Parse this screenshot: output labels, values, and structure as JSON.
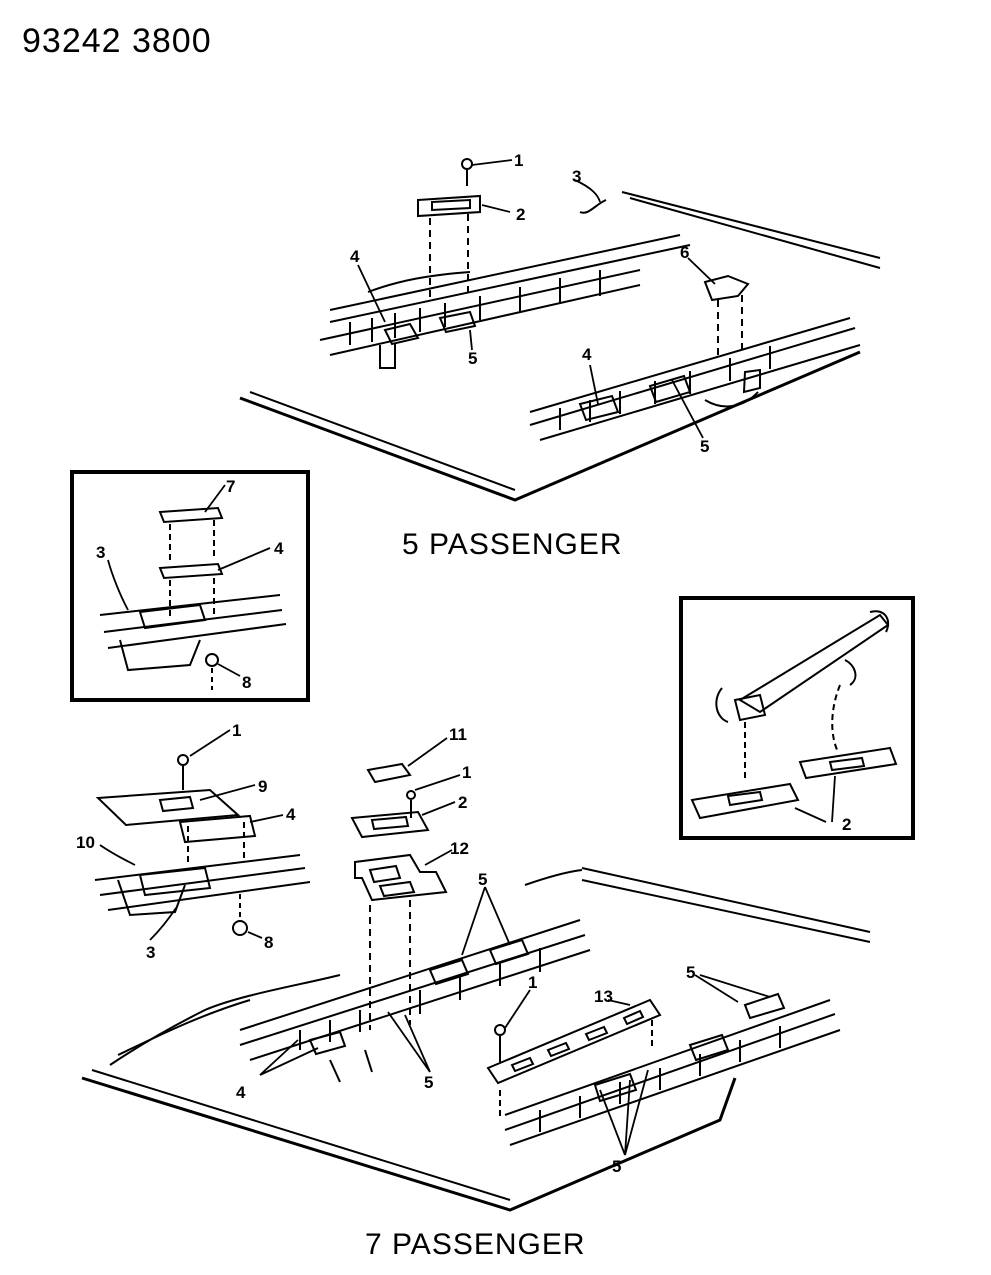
{
  "header": {
    "code": "93242 3800"
  },
  "captions": {
    "five": "5 PASSENGER",
    "seven": "7 PASSENGER"
  },
  "callouts": {
    "five_top": [
      "1",
      "2",
      "3",
      "4",
      "5",
      "6",
      "4",
      "5"
    ],
    "inset_left": [
      "7",
      "4",
      "3",
      "8"
    ],
    "inset_right": [
      "2"
    ],
    "seven_left": [
      "1",
      "9",
      "4",
      "10",
      "3",
      "8"
    ],
    "seven_main": [
      "11",
      "1",
      "2",
      "12",
      "5",
      "13",
      "1",
      "5",
      "4",
      "5",
      "5"
    ]
  }
}
